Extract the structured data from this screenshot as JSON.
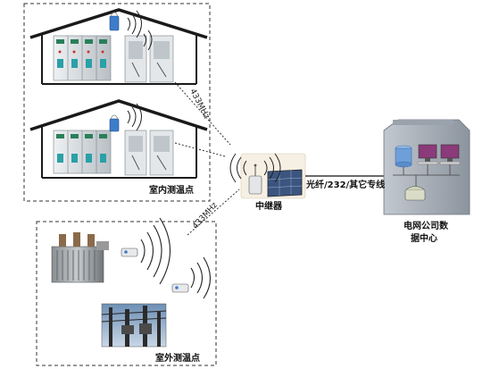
{
  "labels": {
    "indoor_zone": "室内测温点",
    "outdoor_zone": "室外测温点",
    "repeater": "中继器",
    "link": "光纤/232/其它专线",
    "datacenter_line1": "电网公司数",
    "datacenter_line2": "据中心",
    "freq_upper": "433MHz",
    "freq_lower": "433MHz"
  },
  "colors": {
    "dashed_border": "#333333",
    "roof": "#1a1a1a",
    "cabinet": "#d9dde0",
    "cabinet_shade": "#a9b0b5",
    "sensor_blue": "#3d7cc9",
    "building": "#a7aeb8",
    "screen": "#8b3a7a"
  }
}
